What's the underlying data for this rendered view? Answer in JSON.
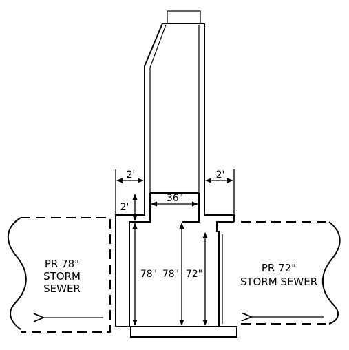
{
  "dimensions": {
    "left_offset": "2'",
    "right_offset": "2'",
    "top_gap": "2'",
    "shaft_width": "36\"",
    "left_height": "78\"",
    "center_height": "78\"",
    "right_height": "72\""
  },
  "pipes": {
    "left": {
      "line1": "PR 78\"",
      "line2": "STORM",
      "line3": "SEWER"
    },
    "right": {
      "line1": "PR 72\"",
      "line2": "STORM SEWER"
    }
  }
}
